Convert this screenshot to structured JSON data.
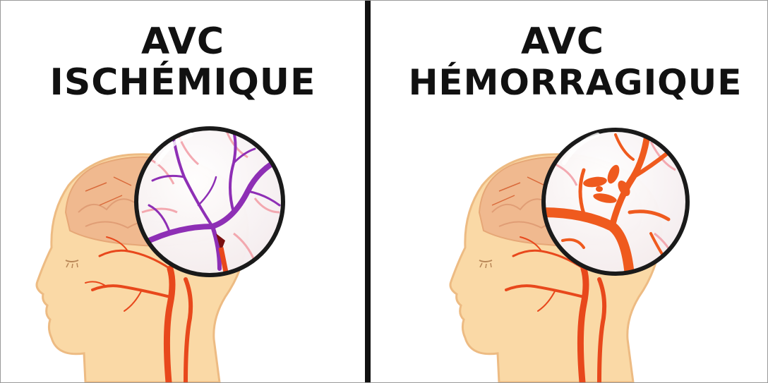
{
  "panels": [
    {
      "title_line1": "AVC",
      "title_line2": "ISCHÉMIQUE"
    },
    {
      "title_line1": "AVC",
      "title_line2": "HÉMORRAGIQUE"
    }
  ],
  "colors": {
    "skin": "#FAD9A6",
    "skin_outline": "#EDBB83",
    "brain": "#F0B88E",
    "artery": "#E8481C",
    "ischemic_vessel": "#8E2FB5",
    "hemorrhage": "#EF5A1E",
    "divider": "#111111"
  },
  "icons": [
    "head-profile-icon",
    "brain-icon",
    "magnifier-lens-icon",
    "blood-splatter-icon"
  ]
}
